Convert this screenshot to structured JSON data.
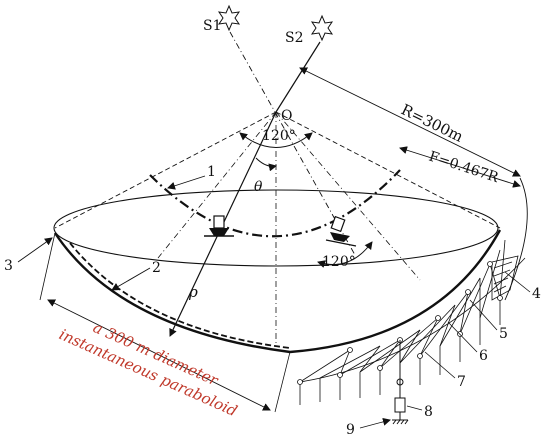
{
  "labels": {
    "source1": "S1",
    "source2": "S2",
    "center": "O",
    "angle_top": "120°",
    "angle_bottom": "120°",
    "theta": "θ",
    "rho": "ρ",
    "radius": "R=300m",
    "focal": "F=0.467R",
    "paraboloid_line1": "a 300 m diameter",
    "paraboloid_line2": "instantaneous paraboloid",
    "callouts": [
      "1",
      "2",
      "3",
      "4",
      "5",
      "6",
      "7",
      "8",
      "9"
    ]
  },
  "colors": {
    "ink": "#111111",
    "annotation": "#c0392b"
  }
}
